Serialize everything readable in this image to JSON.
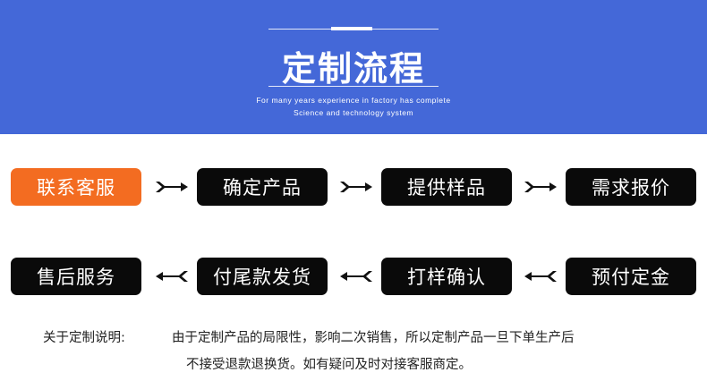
{
  "header": {
    "title": "定制流程",
    "subtitle_line1": "For many years experience in factory has complete",
    "subtitle_line2": "Science and technology system",
    "background": "#4468d8"
  },
  "steps_row1": [
    {
      "label": "联系客服",
      "active": true
    },
    {
      "label": "确定产品",
      "active": false
    },
    {
      "label": "提供样品",
      "active": false
    },
    {
      "label": "需求报价",
      "active": false
    }
  ],
  "steps_row2": [
    {
      "label": "售后服务"
    },
    {
      "label": "付尾款发货"
    },
    {
      "label": "打样确认"
    },
    {
      "label": "预付定金"
    }
  ],
  "note": {
    "label": "关于定制说明:",
    "line1": "由于定制产品的局限性，影响二次销售，所以定制产品一旦下单生产后",
    "line2": "不接受退款退换货。如有疑问及时对接客服商定。"
  },
  "colors": {
    "active_step": "#f36c21",
    "step": "#0a0a0a",
    "arrow": "#111111"
  },
  "icons": {
    "arrow_right": "double-chevron-right-arrow-icon",
    "arrow_left": "double-chevron-left-arrow-icon"
  }
}
